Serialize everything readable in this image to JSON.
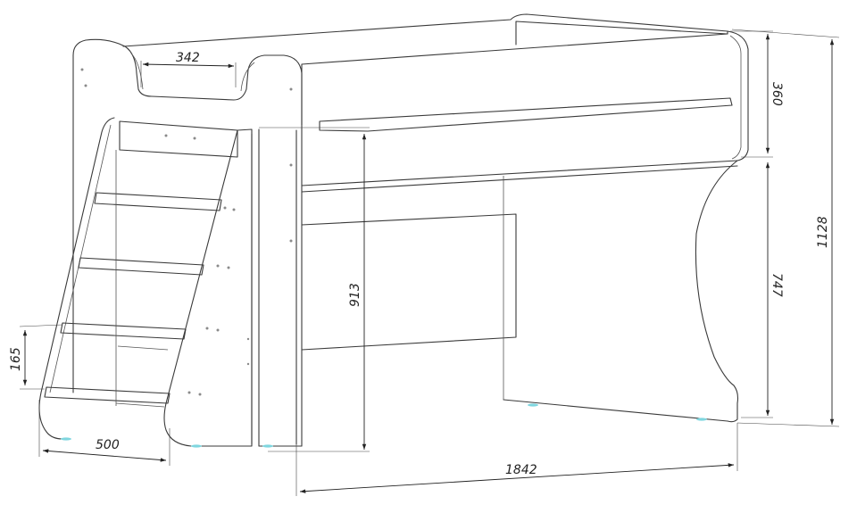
{
  "dimensions": {
    "stair_opening_width": "342",
    "top_rail_height": "360",
    "total_height": "1128",
    "ladder_height": "913",
    "desk_height": "747",
    "step_spacing": "165",
    "ladder_depth": "500",
    "total_length": "1842"
  },
  "colors": {
    "line": "#3a3a3a",
    "dimension_line": "#222222",
    "foot_pad": "#7fd6df"
  }
}
